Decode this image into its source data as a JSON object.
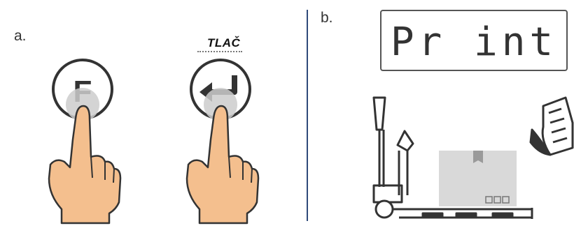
{
  "panel_a": {
    "label": "a.",
    "key_f_label": "F",
    "annotation": "TLAČ"
  },
  "panel_b": {
    "label": "b.",
    "display_text": "Pr int"
  },
  "icons": [
    "f-key-icon",
    "enter-key-icon",
    "pointing-hand-icon",
    "pallet-scale-icon",
    "package-box-icon",
    "receipt-printout-icon"
  ],
  "colors": {
    "skin": "#f4bf8e",
    "outline": "#333333",
    "divider": "#2f4a7a",
    "box": "#d9d9d9",
    "press_spot": "#cccccc"
  }
}
